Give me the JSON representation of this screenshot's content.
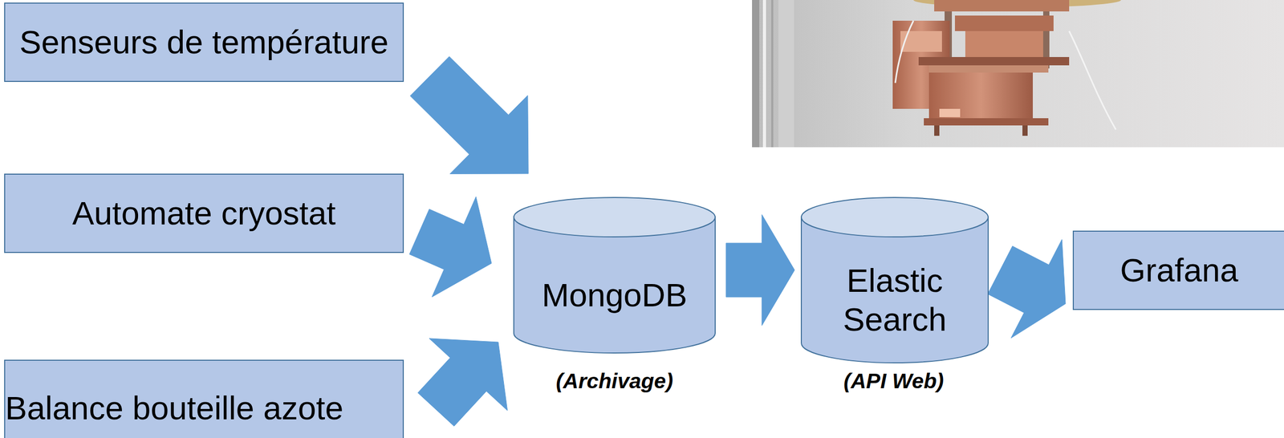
{
  "diagram": {
    "nodes": [
      {
        "text": [
          "Senseurs de température"
        ]
      },
      {
        "text": [
          "Automate cryostat"
        ]
      },
      {
        "text": [
          "Balance bouteille azote"
        ]
      },
      {
        "text": [
          "MongoDB"
        ]
      },
      {
        "text": [
          "Elastic Search"
        ]
      },
      {
        "text": [
          "Grafana"
        ]
      }
    ],
    "edges": [
      {
        "from": 0,
        "to": 3,
        "arrow": "to"
      },
      {
        "from": 1,
        "to": 3,
        "arrow": "to"
      },
      {
        "from": 2,
        "to": 3,
        "arrow": "to"
      },
      {
        "from": 3,
        "to": 4,
        "arrow": "to"
      },
      {
        "from": 4,
        "to": 5,
        "arrow": "to"
      }
    ],
    "labels": [
      "(Archivage)",
      "(API Web)"
    ]
  }
}
